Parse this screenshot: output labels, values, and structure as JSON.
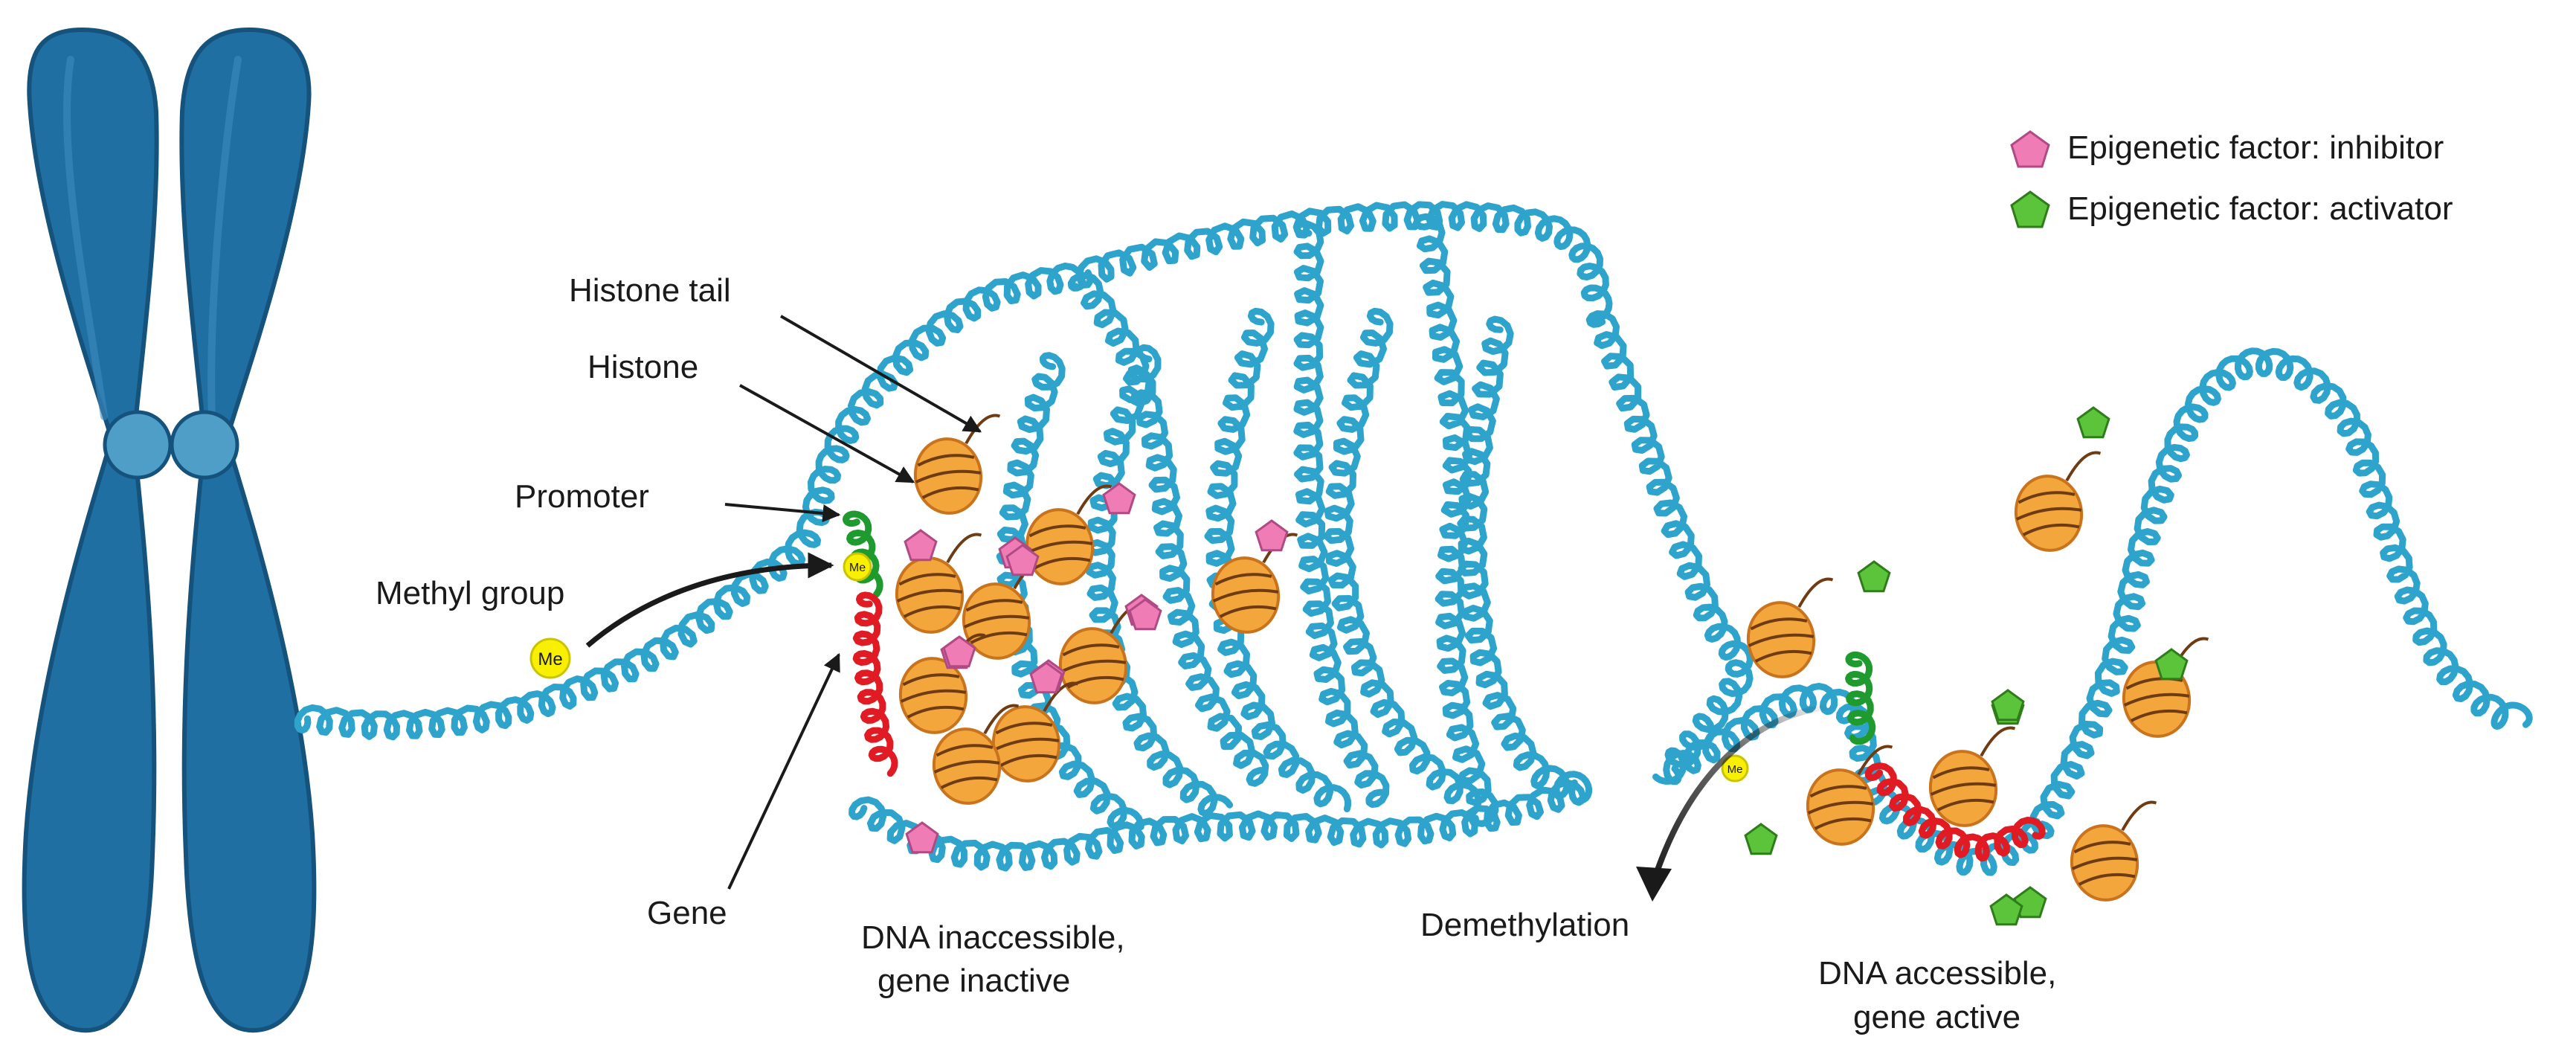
{
  "legend": {
    "inhibitor": "Epigenetic factor: inhibitor",
    "activator": "Epigenetic factor: activator"
  },
  "labels": {
    "histone_tail": "Histone tail",
    "histone": "Histone",
    "promoter": "Promoter",
    "methyl_group": "Methyl group",
    "gene": "Gene",
    "inaccessible_1": "DNA inaccessible,",
    "inaccessible_2": "gene inactive",
    "demethylation": "Demethylation",
    "accessible_1": "DNA accessible,",
    "accessible_2": "gene active",
    "me": "Me"
  },
  "colors": {
    "dna": "#2ea3cc",
    "chromosome": "#1f6fa3",
    "chromosome_dark": "#15527c",
    "centromere": "#4f9ec8",
    "histone": "#f2a63b",
    "histone_dark": "#c9731d",
    "histone_line": "#6e3b12",
    "promoter": "#1f9a2e",
    "gene": "#e01b24",
    "inhibitor": "#f07cb6",
    "activator": "#5cc43a",
    "methyl": "#f8f000"
  }
}
